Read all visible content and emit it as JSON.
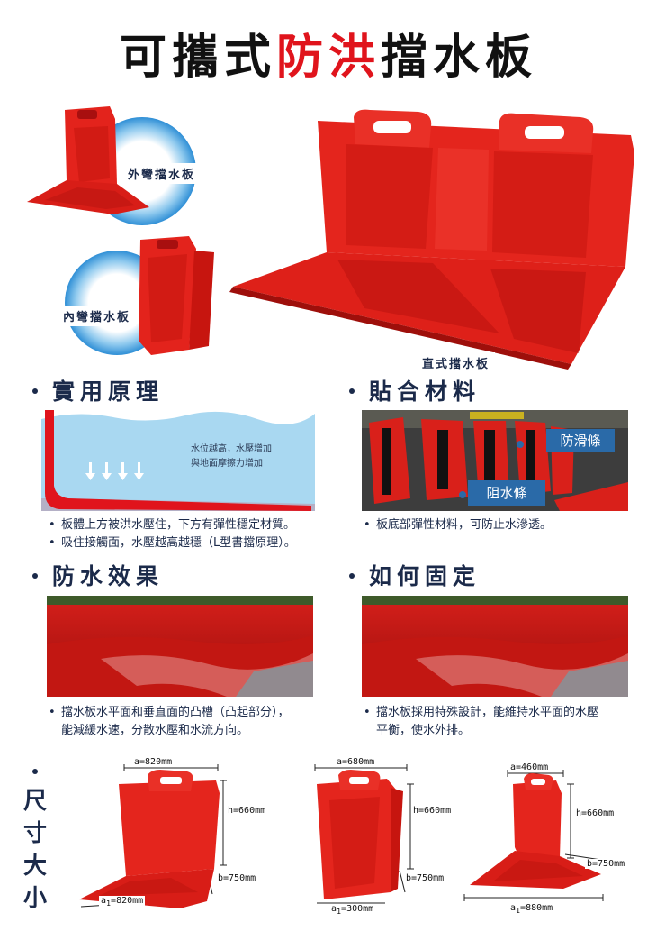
{
  "title": {
    "black1": "可攜式",
    "red": "防洪",
    "black2": "擋水板"
  },
  "products": {
    "outer_label": "外彎擋水板",
    "inner_label": "內彎擋水板",
    "straight_label": "直式擋水板"
  },
  "principle": {
    "heading": "實用原理",
    "diagram_text_1": "水位越高，水壓增加",
    "diagram_text_2": "與地面摩擦力增加",
    "bullets": [
      "板體上方被洪水壓住，下方有彈性穩定材質。",
      "吸住接觸面，水壓越高越穩（L型書擋原理）。"
    ]
  },
  "material": {
    "heading": "貼合材料",
    "tag_antislip": "防滑條",
    "tag_stop": "阻水條",
    "bullets": [
      "板底部彈性材料，可防止水滲透。"
    ]
  },
  "waterproof": {
    "heading": "防水效果",
    "bullet_line1": "擋水板水平面和垂直面的凸槽（凸起部分），",
    "bullet_line2": "能減緩水速，分散水壓和水流方向。"
  },
  "fixing": {
    "heading": "如何固定",
    "bullet_line1": "擋水板採用特殊設計，能維持水平面的水壓",
    "bullet_line2": "平衡，使水外排。"
  },
  "size": {
    "heading": [
      "尺",
      "寸",
      "大",
      "小"
    ],
    "model1": {
      "a": "a=820mm",
      "h": "h=660mm",
      "b": "b=750mm",
      "a1_prefix": "a",
      "a1_sub": "1",
      "a1_value": "=820mm"
    },
    "model2": {
      "a": "a=680mm",
      "h": "h=660mm",
      "b": "b=750mm",
      "a1_prefix": "a",
      "a1_sub": "1",
      "a1_value": "=300mm"
    },
    "model3": {
      "a": "a=460mm",
      "h": "h=660mm",
      "b": "b=750mm",
      "a1_prefix": "a",
      "a1_sub": "1",
      "a1_value": "=880mm"
    }
  },
  "colors": {
    "brand_red": "#e0141c",
    "navy": "#1b2a4a",
    "water_blue": "#9fd3ee",
    "tag_blue": "#2a6aa8"
  }
}
